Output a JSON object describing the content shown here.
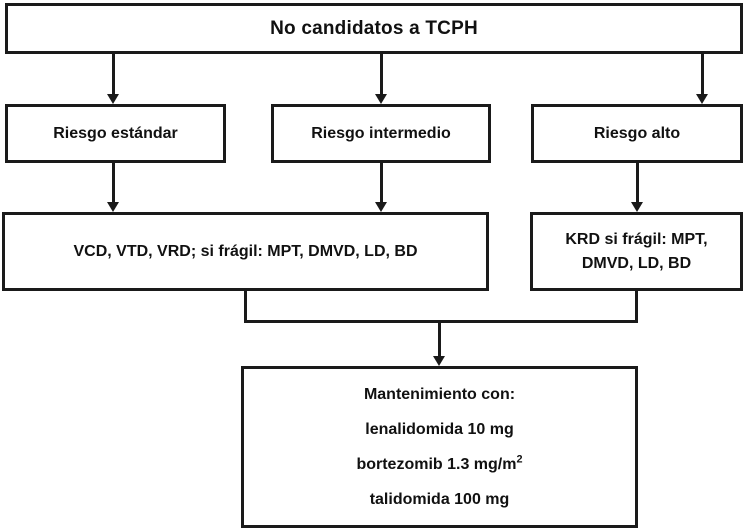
{
  "diagram": {
    "title": "No candidatos a TCPH",
    "type": "flowchart",
    "colors": {
      "stroke": "#1a1a1a",
      "fill": "#ffffff",
      "text": "#111111"
    },
    "nodes": {
      "root": {
        "label": "No candidatos a TCPH"
      },
      "risk_standard": {
        "label": "Riesgo estándar"
      },
      "risk_intermediate": {
        "label": "Riesgo intermedio"
      },
      "risk_high": {
        "label": "Riesgo alto"
      },
      "treatment_standard": {
        "label": "VCD, VTD, VRD; si frágil: MPT, DMVD, LD, BD"
      },
      "treatment_high": {
        "line1": "KRD si frágil: MPT,",
        "line2": "DMVD, LD, BD"
      },
      "maintenance": {
        "line1": "Mantenimiento con:",
        "line2": "lenalidomida 10 mg",
        "line3_prefix": "bortezomib 1.3 mg/m",
        "line3_sup": "2",
        "line4": "talidomida 100 mg"
      }
    },
    "edges": [
      {
        "name": "root-to-risk-standard",
        "from": "root",
        "to": "risk_standard"
      },
      {
        "name": "root-to-risk-intermediate",
        "from": "root",
        "to": "risk_intermediate"
      },
      {
        "name": "root-to-risk-high",
        "from": "root",
        "to": "risk_high"
      },
      {
        "name": "risk-standard-to-treatment-standard",
        "from": "risk_standard",
        "to": "treatment_standard"
      },
      {
        "name": "risk-intermediate-to-treatment-standard",
        "from": "risk_intermediate",
        "to": "treatment_standard"
      },
      {
        "name": "risk-high-to-treatment-high",
        "from": "risk_high",
        "to": "treatment_high"
      },
      {
        "name": "treatments-to-maintenance",
        "from": "treatment_standard,treatment_high",
        "to": "maintenance"
      }
    ]
  }
}
